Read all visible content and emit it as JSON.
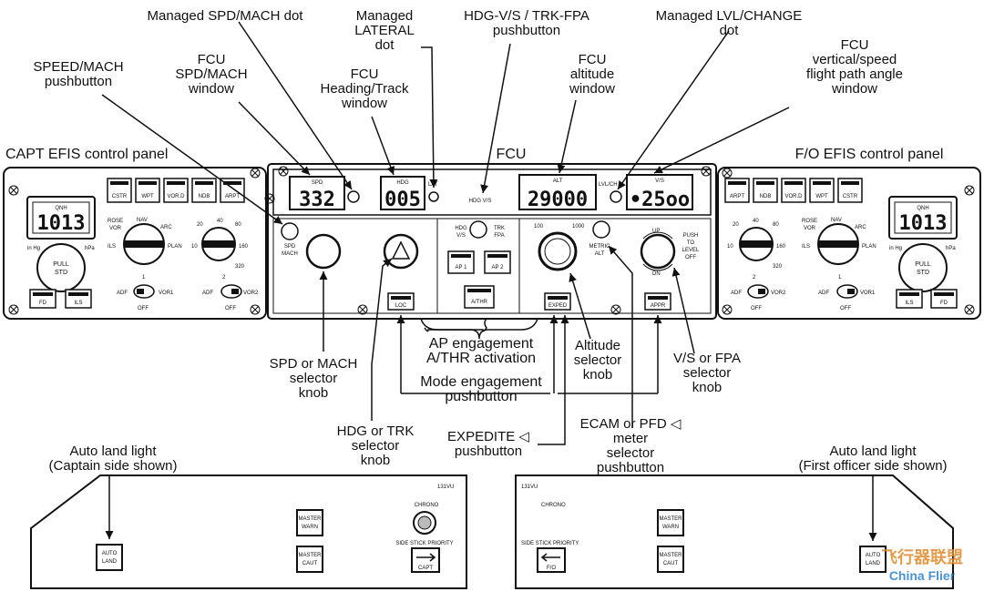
{
  "labels": {
    "managed_spd": "Managed SPD/MACH dot",
    "managed_lateral": [
      "Managed",
      "LATERAL",
      "dot"
    ],
    "hdg_vs_pb": [
      "HDG-V/S / TRK-FPA",
      "pushbutton"
    ],
    "managed_lvl": [
      "Managed LVL/CHANGE",
      "dot"
    ],
    "speed_mach_pb": [
      "SPEED/MACH",
      "pushbutton"
    ],
    "fcu_spd_window": [
      "FCU",
      "SPD/MACH",
      "window"
    ],
    "fcu_hdg_window": [
      "FCU",
      "Heading/Track",
      "window"
    ],
    "fcu_alt_window": [
      "FCU",
      "altitude",
      "window"
    ],
    "fcu_vs_window": [
      "FCU",
      "vertical/speed",
      "flight path angle",
      "window"
    ],
    "capt_efis": "CAPT EFIS control panel",
    "fcu": "FCU",
    "fo_efis": "F/O EFIS control panel",
    "spd_knob": [
      "SPD or MACH",
      "selector",
      "knob"
    ],
    "hdg_knob": [
      "HDG or TRK",
      "selector",
      "knob"
    ],
    "ap_engagement": [
      "AP engagement",
      "A/THR activation"
    ],
    "mode_engagement": [
      "Mode engagement",
      "pushbutton"
    ],
    "alt_knob": [
      "Altitude",
      "selector",
      "knob"
    ],
    "vs_knob": [
      "V/S or FPA",
      "selector",
      "knob"
    ],
    "expedite": [
      "EXPEDITE ◁",
      "pushbutton"
    ],
    "meter": [
      "ECAM or PFD ◁",
      "meter",
      "selector",
      "pushbutton"
    ],
    "autoland_capt": [
      "Auto land light",
      "(Captain side shown)"
    ],
    "autoland_fo": [
      "Auto land light",
      "(First officer side shown)"
    ]
  },
  "displays": {
    "spd_value": "332",
    "hdg_value": "005",
    "alt_value": "29000",
    "vs_value": "•25oo",
    "qnh_capt": "1013",
    "qnh_fo": "1013"
  },
  "panel_text": {
    "spd": "SPD",
    "hdg": "HDG",
    "lat": "LAT",
    "hdg_vs": "HDG V/S",
    "alt": "ALT",
    "lvl_ch": "LVL/CH",
    "vs": "V/S",
    "spd_mach": [
      "SPD",
      "MACH"
    ],
    "hdg_vs_btn": [
      "HDG",
      "V/S"
    ],
    "trk_fpa_btn": [
      "TRK",
      "FPA"
    ],
    "ap1": "AP 1",
    "ap2": "AP 2",
    "athr": "A/THR",
    "loc": "LOC",
    "exped": "EXPED",
    "appr": "APPR",
    "metric_alt": [
      "METRIC",
      "ALT"
    ],
    "alt_100": "100",
    "alt_1000": "1000",
    "up": "UP",
    "dn": "DN",
    "push_to_level_off": [
      "PUSH",
      "TO",
      "LEVEL",
      "OFF"
    ],
    "capt_efis_buttons": [
      "CSTR",
      "WPT",
      "VOR.D",
      "NDB",
      "ARPT"
    ],
    "fo_efis_buttons": [
      "ARPT",
      "NDB",
      "VOR.D",
      "WPT",
      "CSTR"
    ],
    "qnh": "QNH",
    "in_hg": "in Hg",
    "hpa": "hPa",
    "pull_std": [
      "PULL",
      "STD"
    ],
    "fd": "FD",
    "ils": "ILS",
    "rose": "ROSE",
    "vor": "VOR",
    "nav": "NAV",
    "arc": "ARC",
    "plan": "PLAN",
    "range_ticks": [
      "20",
      "40",
      "80",
      "10",
      "160",
      "320"
    ],
    "adf": "ADF",
    "vor1": "VOR1",
    "vor2": "VOR2",
    "off": "OFF",
    "one": "1",
    "two": "2",
    "capt_lower_code": "131VU",
    "fo_lower_code": "131VU",
    "chrono": "CHRONO",
    "master_warn": [
      "MASTER",
      "WARN"
    ],
    "master_caut": [
      "MASTER",
      "CAUT"
    ],
    "side_stick_priority": "SIDE STICK PRIORITY",
    "capt": "CAPT",
    "fo": "F/O",
    "auto_land": [
      "AUTO",
      "LAND"
    ]
  },
  "watermark": {
    "text_cn": "飞行器联盟",
    "text_en": "China Flier"
  }
}
